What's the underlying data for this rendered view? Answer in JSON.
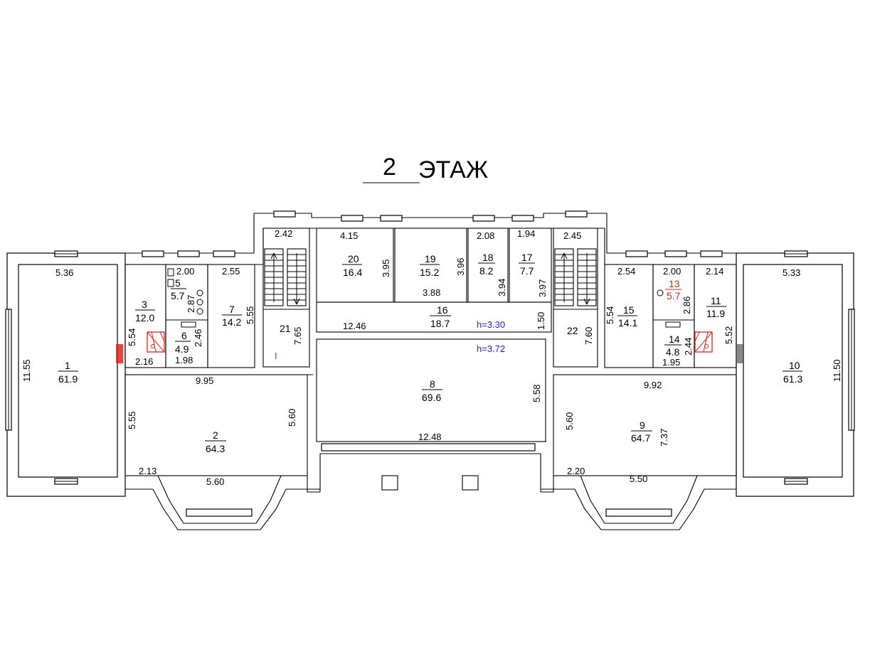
{
  "title": {
    "number": "2",
    "label": "ЭТАЖ"
  },
  "heights": {
    "corridor": "h=3.30",
    "hall": "h=3.72"
  },
  "rooms": [
    {
      "id": "1",
      "area": "61.9"
    },
    {
      "id": "2",
      "area": "64.3"
    },
    {
      "id": "3",
      "area": "12.0"
    },
    {
      "id": "5",
      "area": "5.7"
    },
    {
      "id": "6",
      "area": "4.9"
    },
    {
      "id": "7",
      "area": "14.2"
    },
    {
      "id": "8",
      "area": "69.6"
    },
    {
      "id": "9",
      "area": "64.7"
    },
    {
      "id": "10",
      "area": "61.3"
    },
    {
      "id": "11",
      "area": "11.9"
    },
    {
      "id": "13",
      "area": "5.7",
      "color": "#e8211b"
    },
    {
      "id": "14",
      "area": "4.8"
    },
    {
      "id": "15",
      "area": "14.1"
    },
    {
      "id": "16",
      "area": "18.7"
    },
    {
      "id": "17",
      "area": "7.7"
    },
    {
      "id": "18",
      "area": "8.2"
    },
    {
      "id": "19",
      "area": "15.2"
    },
    {
      "id": "20",
      "area": "16.4"
    },
    {
      "id": "21"
    },
    {
      "id": "22"
    }
  ],
  "dims": [
    "5.36",
    "11.55",
    "2.00",
    "2.55",
    "5.54",
    "2.87",
    "2.46",
    "5.55",
    "2.16",
    "1.98",
    "9.95",
    "5.55",
    "5.60",
    "2.13",
    "5.60",
    "2.42",
    "7.65",
    "4.15",
    "3.95",
    "3.96",
    "3.88",
    "2.08",
    "3.94",
    "1.94",
    "3.97",
    "12.46",
    "1.50",
    "5.58",
    "12.48",
    "2.45",
    "7.60",
    "2.54",
    "2.00",
    "2.14",
    "5.33",
    "5.54",
    "2.86",
    "5.52",
    "2.44",
    "1.95",
    "9.92",
    "11.50",
    "5.60",
    "7.37",
    "2.20",
    "5.50"
  ],
  "marks": {
    "roman_one": "I"
  },
  "colors": {
    "line": "#000000",
    "red": "#e8211b",
    "blue": "#2424e6"
  }
}
